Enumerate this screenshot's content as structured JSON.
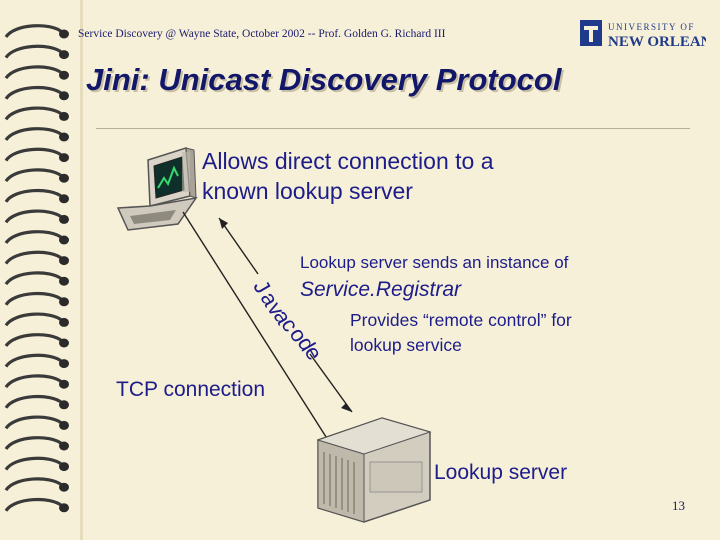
{
  "header": {
    "subtitle": "Service Discovery @ Wayne State, October 2002 -- Prof. Golden G. Richard III",
    "logo_top": "UNIVERSITY OF",
    "logo_bottom": "NEW ORLEANS"
  },
  "title": "Jini: Unicast Discovery Protocol",
  "bullets": {
    "main_line1": "Allows direct connection to a",
    "main_line2": "known lookup server",
    "lookup_sends": "Lookup server sends an instance of",
    "registrar": "Service.Registrar",
    "remote_line1": "Provides “remote control” for",
    "remote_line2": "lookup service"
  },
  "diagram": {
    "java_code_chars": [
      "J",
      "a",
      "v",
      "a",
      " ",
      "c",
      "o",
      "d",
      "e"
    ],
    "tcp_label": "TCP connection",
    "server_label": "Lookup server"
  },
  "page_number": "13",
  "colors": {
    "text": "#1c1c8a",
    "title": "#12176a",
    "background": "#f7f0d8",
    "logo": "#1f3a8a"
  }
}
